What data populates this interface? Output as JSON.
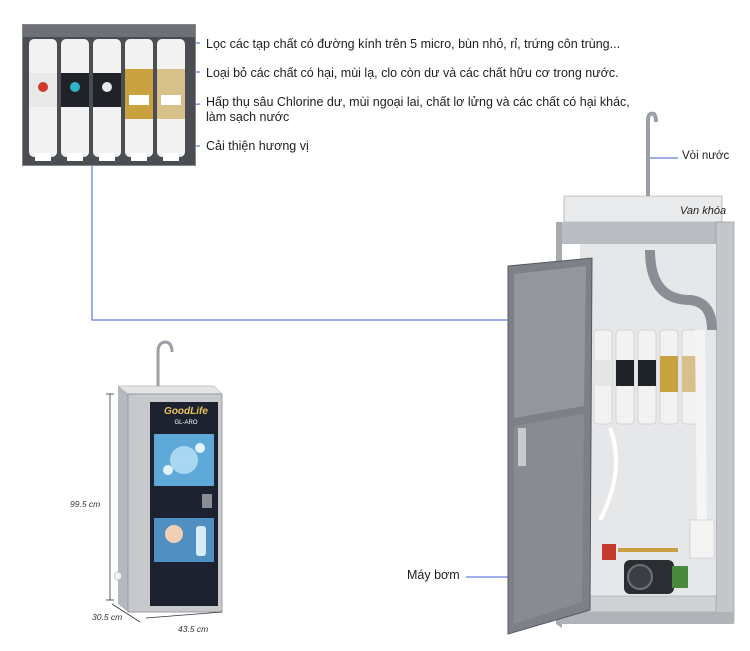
{
  "annotations": {
    "filter_1": "Lọc các tạp chất có đường kính trên 5 micro, bùn nhỏ, rỉ, trứng côn trùng...",
    "filter_2": "Loại bỏ các chất có hại, mùi lạ, clo còn dư và các chất hữu cơ trong nước.",
    "filter_3_line1": "Hấp thụ sâu Chlorine dư, mùi ngoại lai, chất lơ lửng và các chất có hại khác,",
    "filter_3_line2": "làm sạch nước",
    "filter_4": "Cải thiện hương vị",
    "faucet": "Vòi nước",
    "valve": "Van khóa",
    "pump": "Máy bơm"
  },
  "dimensions": {
    "height": "99.5 cm",
    "depth": "30.5 cm",
    "width": "43.5 cm"
  },
  "brand": {
    "logo": "GoodLife",
    "model": "GL-ARO"
  },
  "colors": {
    "callout_line": "#3f5bd6",
    "steel": "#c7c9cc",
    "panel_dark": "#1c2230",
    "filter_white": "#f2f2f2",
    "filter_gold": "#c9a23f"
  }
}
